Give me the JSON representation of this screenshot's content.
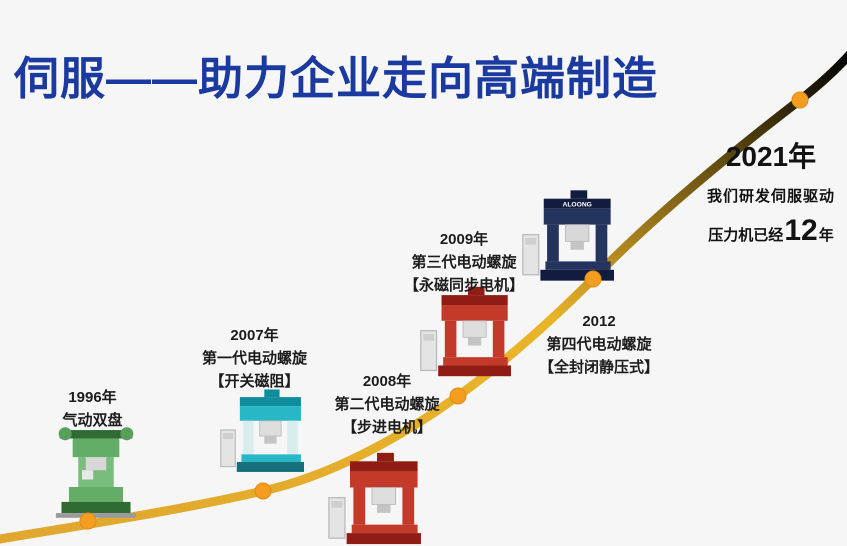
{
  "title": "伺服——助力企业走向高端制造",
  "milestones": [
    {
      "year": "1996年",
      "line1": "气动双盘",
      "line2": ""
    },
    {
      "year": "2007年",
      "line1": "第一代电动螺旋",
      "line2": "【开关磁阻】"
    },
    {
      "year": "2008年",
      "line1": "第二代电动螺旋",
      "line2": "【步进电机】"
    },
    {
      "year": "2009年",
      "line1": "第三代电动螺旋",
      "line2": "【永磁同步电机】"
    },
    {
      "year": "2012",
      "line1": "第四代电动螺旋",
      "line2": "【全封闭静压式】"
    }
  ],
  "final": {
    "year": "2021年",
    "line1": "我们研发伺服驱动",
    "line2_prefix": "压力机已经",
    "line2_number": "12",
    "line2_suffix": "年"
  },
  "machine_brand": "ALOONG",
  "colors": {
    "title_blue": "#1a3aa0",
    "curve_gold": "#eab429",
    "dot_orange": "#f59d20"
  }
}
